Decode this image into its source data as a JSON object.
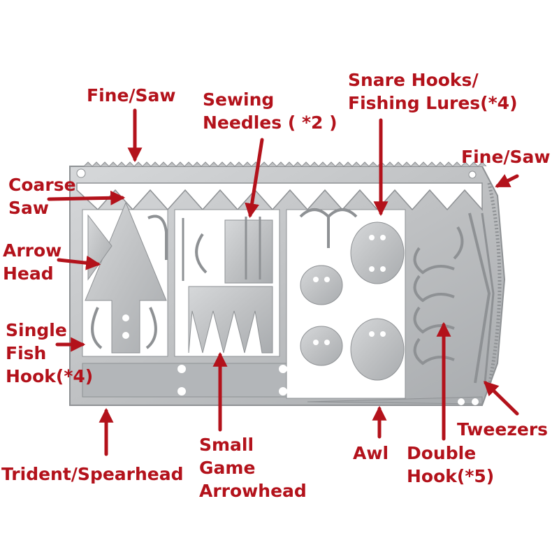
{
  "colors": {
    "label": "#b3121b",
    "arrow": "#b3121b",
    "card": "#bfc1c3",
    "card_edge": "#8e9194",
    "cutout": "#ffffff"
  },
  "labels": {
    "fine_saw_top": [
      "Fine/Saw"
    ],
    "sewing_needles": [
      "Sewing",
      "Needles ( *2 )"
    ],
    "snare_hooks": [
      "Snare Hooks/",
      "Fishing Lures(*4)"
    ],
    "fine_saw_right": [
      "Fine/Saw"
    ],
    "coarse_saw": [
      "Coarse",
      "Saw"
    ],
    "arrow_head": [
      "Arrow",
      "Head"
    ],
    "single_fish_hook": [
      "Single",
      "Fish",
      "Hook(*4)"
    ],
    "trident": [
      "Trident/Spearhead"
    ],
    "small_game": [
      "Small",
      "Game",
      "Arrowhead"
    ],
    "awl": [
      "Awl"
    ],
    "double_hook": [
      "Double",
      "Hook(*5)"
    ],
    "tweezers": [
      "Tweezers"
    ]
  }
}
